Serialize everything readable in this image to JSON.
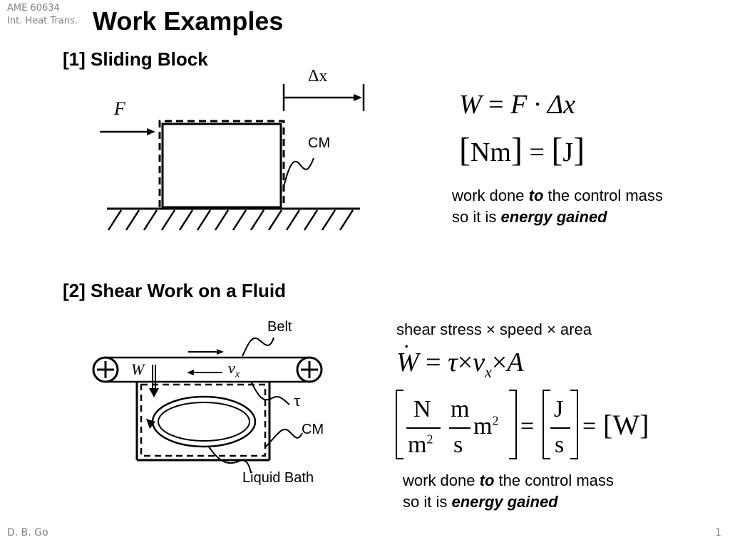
{
  "header": {
    "course_code": "AME 60634",
    "course_name": "Int. Heat Trans.",
    "title": "Work Examples"
  },
  "section1": {
    "heading": "[1] Sliding Block",
    "force_label": "F",
    "displacement_label": "Δx",
    "cm_label": "CM",
    "equation": {
      "lhs": "W",
      "equals": "=",
      "rhs": "F · Δx"
    },
    "units": {
      "left": "Nm",
      "equals": "=",
      "right": "J"
    },
    "note": {
      "line1_a": "work done ",
      "line1_b": "to",
      "line1_c": " the control mass",
      "line2_a": "so it is ",
      "line2_b": "energy gained"
    }
  },
  "section2": {
    "heading": "[2] Shear Work on a Fluid",
    "belt_label": "Belt",
    "work_label": "W",
    "velocity_label": "v",
    "velocity_sub": "x",
    "tau_label": "τ",
    "cm_label": "CM",
    "bath_label": "Liquid Bath",
    "description": "shear stress × speed × area",
    "equation": {
      "lhs": "W",
      "equals": "=",
      "tau": "τ",
      "times": "×",
      "v": "v",
      "v_sub": "x",
      "A": "A"
    },
    "units": {
      "f1_num": "N",
      "f1_den": "m",
      "f1_den_exp": "2",
      "f2_num": "m",
      "f2_den": "s",
      "mid": "m",
      "mid_exp": "2",
      "eq": "=",
      "f3_num": "J",
      "f3_den": "s",
      "result": "W"
    },
    "note": {
      "line1_a": "work done ",
      "line1_b": "to",
      "line1_c": " the control mass",
      "line2_a": "so it is ",
      "line2_b": "energy gained"
    }
  },
  "footer": {
    "author": "D. B. Go",
    "page_number": "1"
  }
}
